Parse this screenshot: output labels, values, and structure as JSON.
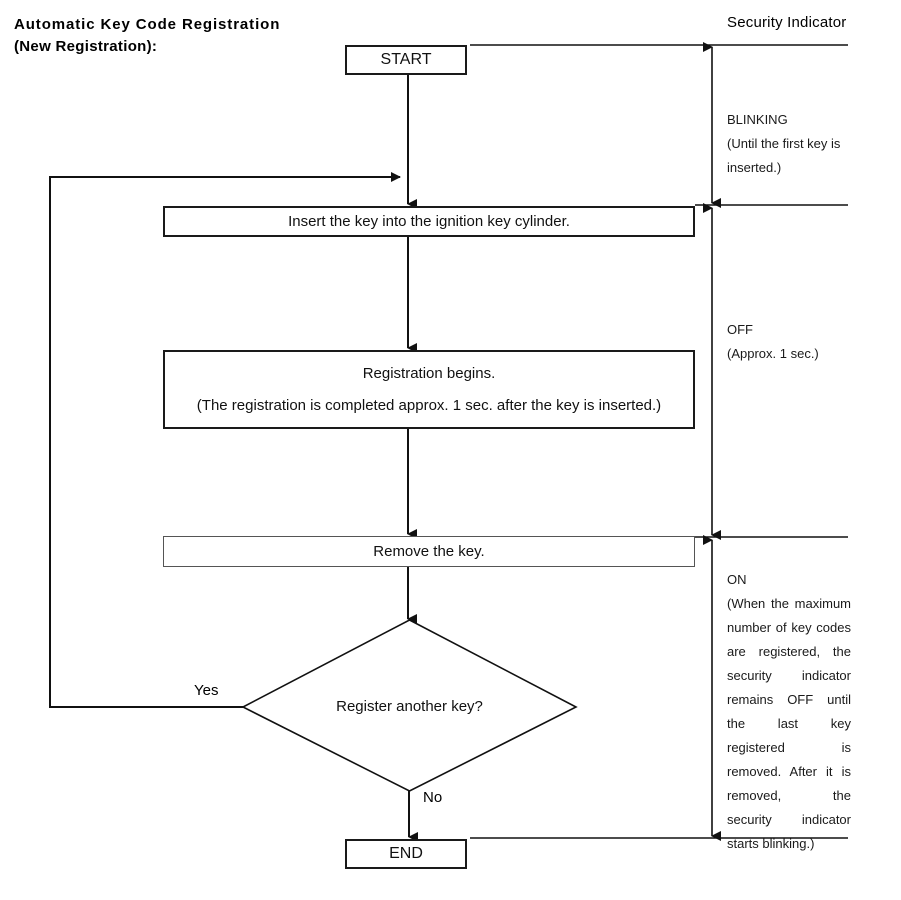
{
  "title": {
    "line1": "Automatic Key Code Registration",
    "line2": "(New Registration):"
  },
  "column_header": {
    "security_indicator": "Security Indicator"
  },
  "flowchart": {
    "start": "START",
    "end": "END",
    "step_insert": "Insert the key into the ignition key cylinder.",
    "step_registration_line1": "Registration begins.",
    "step_registration_line2": "(The registration is completed approx. 1 sec. after the key is inserted.)",
    "step_remove": "Remove the key.",
    "decision": "Register another key?",
    "branch_yes": "Yes",
    "branch_no": "No"
  },
  "annotations": {
    "blinking": {
      "state": "BLINKING",
      "detail": "(Until the first key is inserted.)"
    },
    "off": {
      "state": "OFF",
      "detail": "(Approx. 1 sec.)"
    },
    "on": {
      "state": "ON",
      "detail": "(When the maximum number of key codes are registered, the security indicator remains OFF until the last key registered is removed. After it is removed, the security indicator starts blinking.)"
    }
  },
  "colors": {
    "stroke": "#1a1a1a",
    "background": "#ffffff",
    "text": "#111111"
  }
}
